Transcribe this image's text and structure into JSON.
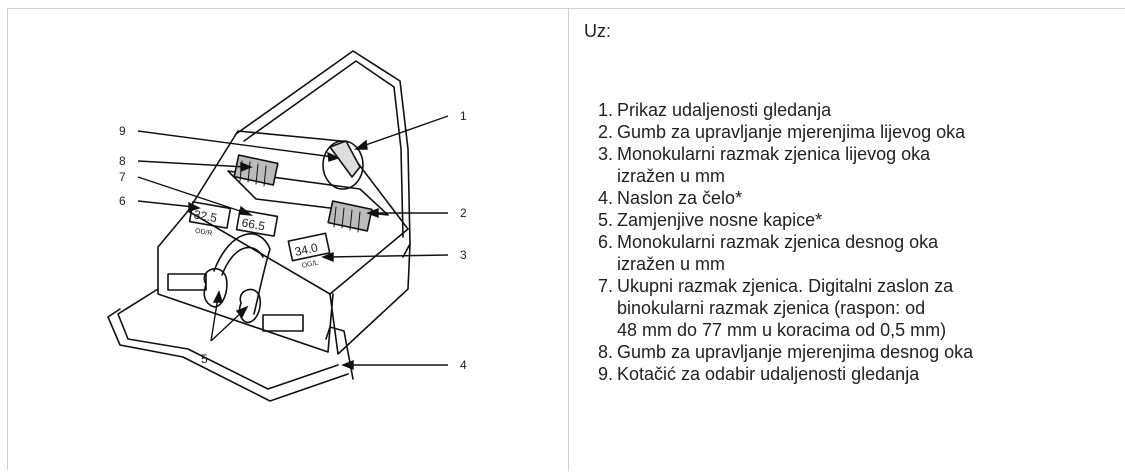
{
  "legend": {
    "heading": "Uz:",
    "items": [
      {
        "num": "1.",
        "text": "Prikaz udaljenosti gledanja"
      },
      {
        "num": "2.",
        "text": "Gumb za upravljanje mjerenjima lijevog oka"
      },
      {
        "num": "3.",
        "text": "Monokularni razmak zjenica lijevog oka\nizražen u mm"
      },
      {
        "num": "4.",
        "text": "Naslon za čelo*"
      },
      {
        "num": "5.",
        "text": "Zamjenjive nosne kapice*"
      },
      {
        "num": "6.",
        "text": "Monokularni razmak zjenica desnog oka\nizražen u mm"
      },
      {
        "num": "7.",
        "text": "Ukupni razmak zjenica. Digitalni zaslon za\nbinokularni razmak zjenica (raspon: od\n48 mm do 77 mm u koracima od 0,5 mm)"
      },
      {
        "num": "8.",
        "text": "Gumb za upravljanje mjerenjima desnog oka"
      },
      {
        "num": "9.",
        "text": "Kotačić za odabir udaljenosti gledanja"
      }
    ]
  },
  "figure": {
    "callouts": [
      "1",
      "2",
      "3",
      "4",
      "5",
      "6",
      "7",
      "8",
      "9"
    ],
    "displays": {
      "right_eye_value": "32.5",
      "right_eye_label": "OD/R",
      "total_value": "66.5",
      "left_eye_value": "34.0",
      "left_eye_label": "OG/L"
    }
  }
}
